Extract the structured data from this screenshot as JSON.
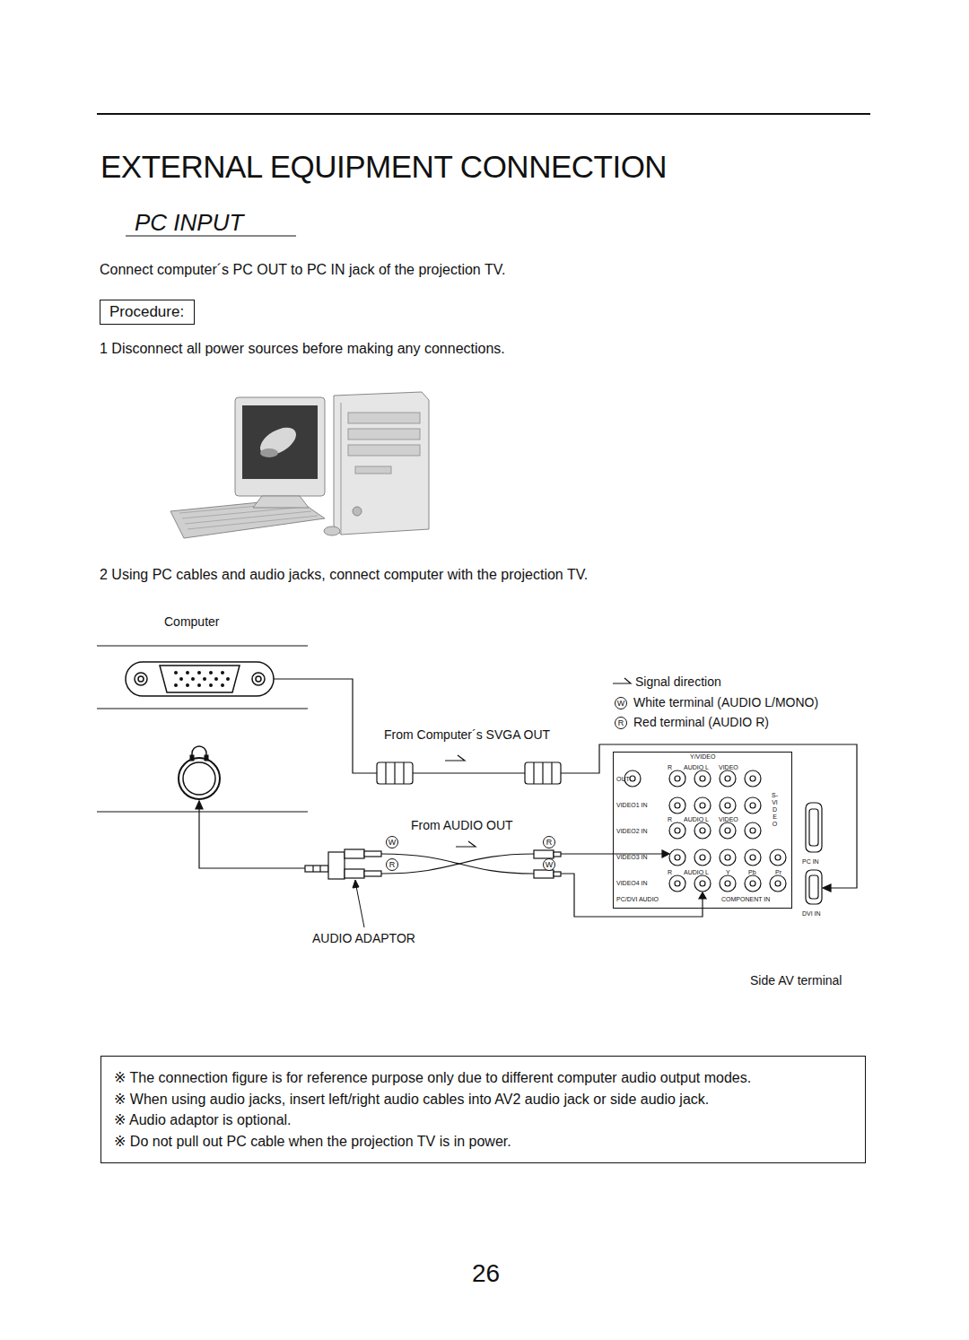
{
  "diagram": {
    "title": "EXTERNAL EQUIPMENT CONNECTION",
    "nodes": [
      {
        "text": [
          "Procedure:"
        ]
      },
      {
        "text": [
          "Y/VIDEO",
          "R",
          "AUDIO L",
          "VIDEO",
          "OUT",
          "VIDEO1 IN",
          "VIDEO2 IN",
          "R",
          "AUDIO L",
          "VIDEO",
          "S-VIDEO",
          "VIDEO3 IN",
          "R",
          "AUDIO L",
          "Y",
          "Pb",
          "Pr",
          "VIDEO4 IN",
          "PC/DVI AUDIO",
          "COMPONENT IN",
          "PC IN",
          "DVI IN"
        ]
      },
      {
        "text": [
          "※ The connection figure is for reference purpose only due to different computer audio output modes.",
          "※ When using audio jacks, insert left/right audio cables into AV2 audio jack or side audio jack.",
          "※ Audio adaptor is optional.",
          "※ Do not pull out PC cable when the projection TV is in power."
        ]
      }
    ],
    "labels": [
      "PC INPUT",
      "Connect computer´s PC OUT to PC IN jack of the projection TV.",
      "1 Disconnect all power sources before making any connections.",
      "2 Using PC cables and audio jacks, connect computer with the projection TV.",
      "Computer",
      "W",
      "R",
      "From Computer´s SVGA OUT",
      "From AUDIO OUT",
      "W",
      "R",
      "R",
      "W",
      "AUDIO ADAPTOR",
      "Side AV terminal",
      "26"
    ],
    "legend": [
      {
        "text": "Signal direction"
      },
      {
        "text": "White terminal (AUDIO L/MONO)"
      },
      {
        "text": "Red terminal (AUDIO R)"
      }
    ]
  }
}
